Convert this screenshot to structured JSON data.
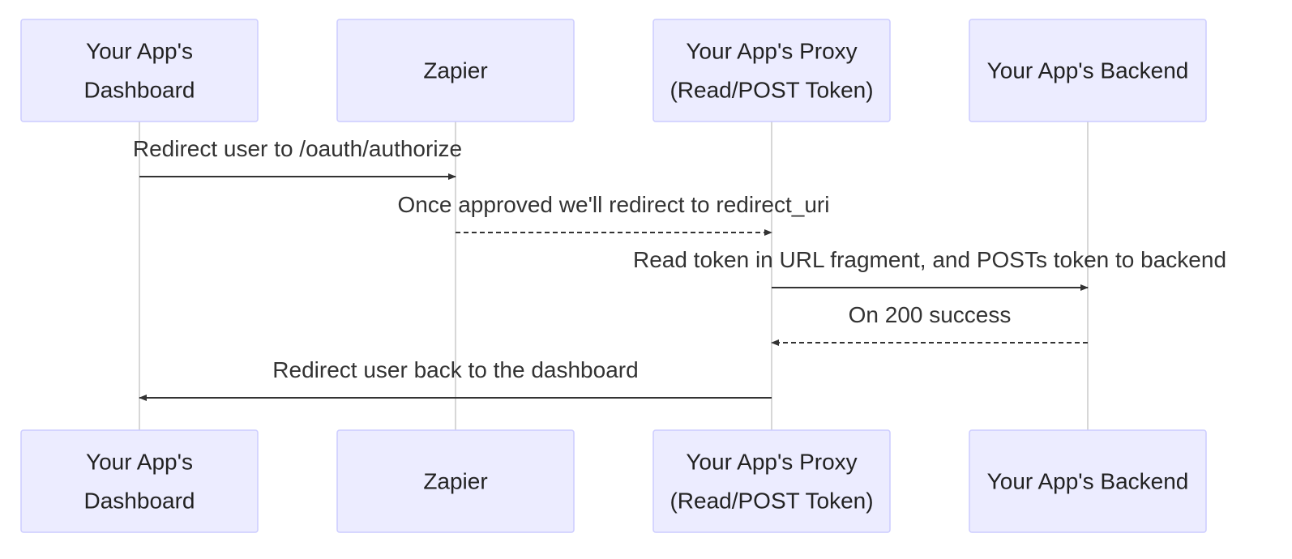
{
  "diagram": {
    "type": "sequence",
    "colors": {
      "actor_fill": "#ececff",
      "actor_border": "#ccccff",
      "lifeline": "#d7d7d7",
      "arrow": "#333333",
      "text": "#222222"
    },
    "actors": [
      {
        "id": "dashboard",
        "lines": [
          "Your App's",
          "Dashboard"
        ]
      },
      {
        "id": "zapier",
        "lines": [
          "Zapier"
        ]
      },
      {
        "id": "proxy",
        "lines": [
          "Your App's Proxy",
          "(Read/POST Token)"
        ]
      },
      {
        "id": "backend",
        "lines": [
          "Your App's Backend"
        ]
      }
    ],
    "messages": [
      {
        "from": "dashboard",
        "to": "zapier",
        "text": "Redirect user to /oauth/authorize",
        "style": "solid"
      },
      {
        "from": "zapier",
        "to": "proxy",
        "text": "Once approved we'll redirect to redirect_uri",
        "style": "dashed"
      },
      {
        "from": "proxy",
        "to": "backend",
        "text": "Read token in URL fragment, and POSTs token to backend",
        "style": "solid"
      },
      {
        "from": "backend",
        "to": "proxy",
        "text": "On 200 success",
        "style": "dashed"
      },
      {
        "from": "proxy",
        "to": "dashboard",
        "text": "Redirect user back to the dashboard",
        "style": "solid"
      }
    ]
  }
}
